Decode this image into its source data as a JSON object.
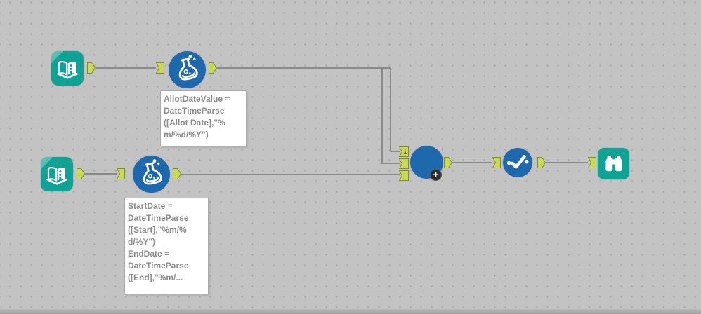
{
  "app": {
    "name": "workflow-canvas"
  },
  "colors": {
    "canvas_bg": "#c3c3c3",
    "canvas_dot": "#a7a7a7",
    "wire": "#8a8a8a",
    "tool_teal": "#0ea394",
    "tool_blue": "#1e68ae",
    "anchor_fill": "#c9da52",
    "anchor_stroke": "#7f8e2d",
    "annotation_text": "#8c8c8c",
    "plus_badge_bg": "#2d2d2d"
  },
  "tools": {
    "input1": {
      "type": "input-data",
      "icon": "open-book-icon"
    },
    "formula1": {
      "type": "formula",
      "icon": "flask-icon"
    },
    "input2": {
      "type": "input-data",
      "icon": "open-book-icon"
    },
    "formula2": {
      "type": "formula",
      "icon": "flask-icon"
    },
    "join": {
      "type": "blue-circle-macro",
      "icon": "plus-badge-icon",
      "badge": "+",
      "input_count": 3
    },
    "unique": {
      "type": "unique",
      "icon": "check-with-dots-icon"
    },
    "browse": {
      "type": "browse",
      "icon": "binoculars-icon"
    }
  },
  "annotations": {
    "formula1_note": "AllotDateValue =\nDateTimeParse\n([Allot Date],\"%\nm/%d/%Y\")",
    "formula2_note": "StartDate =\nDateTimeParse\n([Start],\"%m/%\nd/%Y\")\nEndDate =\nDateTimeParse\n([End],\"%m/..."
  },
  "connections": [
    "input1 -> formula1",
    "formula1 -> macro-input-top",
    "formula1 -> macro-input-middle",
    "input2 -> formula2",
    "formula2 -> macro-input-bottom",
    "macro -> unique",
    "unique -> browse"
  ]
}
